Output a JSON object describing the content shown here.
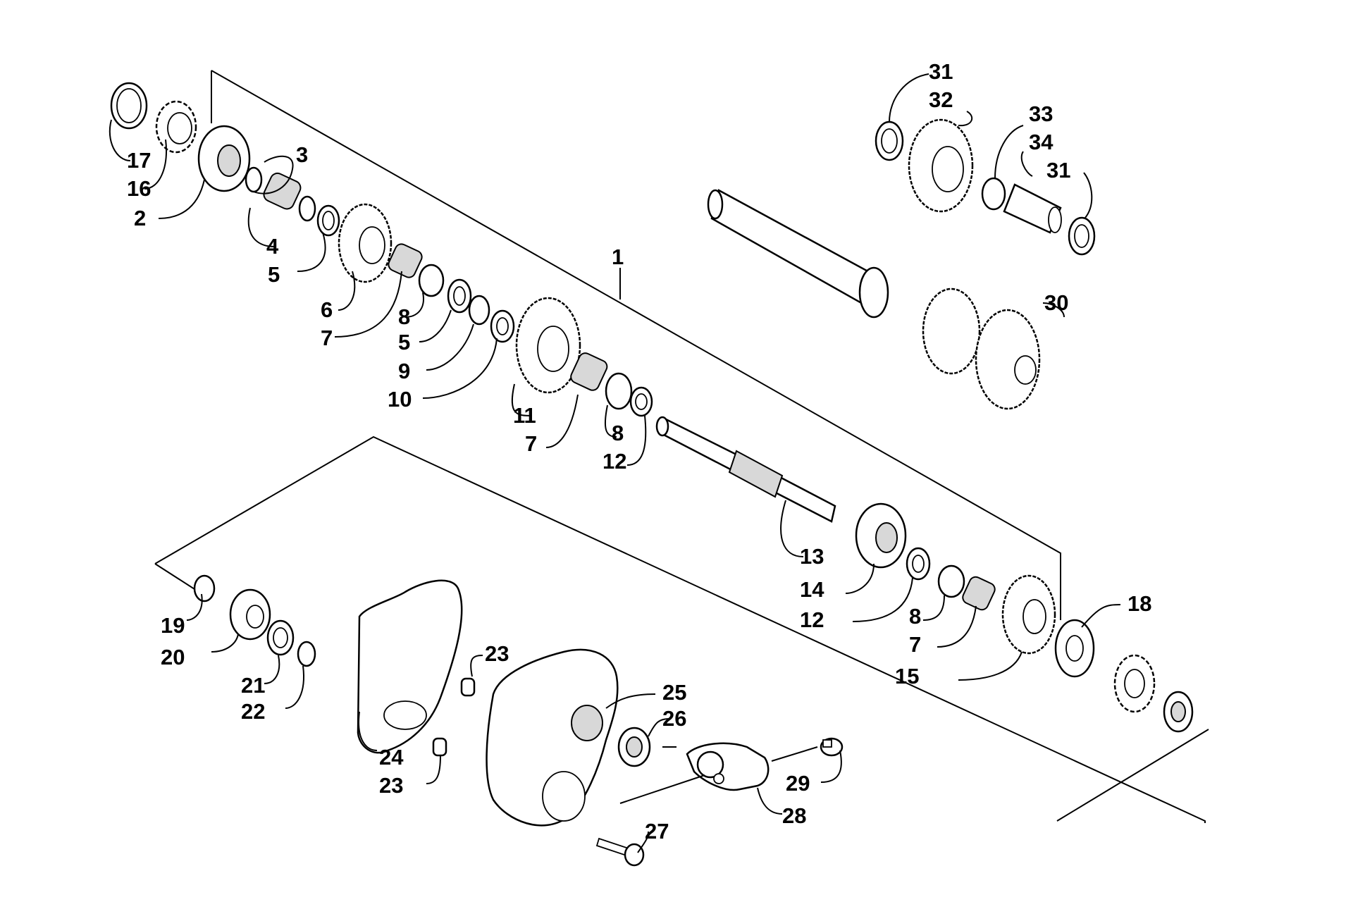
{
  "callouts": {
    "c1": "1",
    "c2": "2",
    "c3": "3",
    "c4": "4",
    "c5a": "5",
    "c5b": "5",
    "c6": "6",
    "c7a": "7",
    "c7b": "7",
    "c7c": "7",
    "c8a": "8",
    "c8b": "8",
    "c8c": "8",
    "c9": "9",
    "c10": "10",
    "c11": "11",
    "c12a": "12",
    "c12b": "12",
    "c13": "13",
    "c14": "14",
    "c15": "15",
    "c16": "16",
    "c17": "17",
    "c18": "18",
    "c19": "19",
    "c20": "20",
    "c21": "21",
    "c22": "22",
    "c23a": "23",
    "c23b": "23",
    "c24": "24",
    "c25": "25",
    "c26": "26",
    "c27": "27",
    "c28": "28",
    "c29": "29",
    "c30": "30",
    "c31a": "31",
    "c31b": "31",
    "c32": "32",
    "c33": "33",
    "c34": "34"
  }
}
